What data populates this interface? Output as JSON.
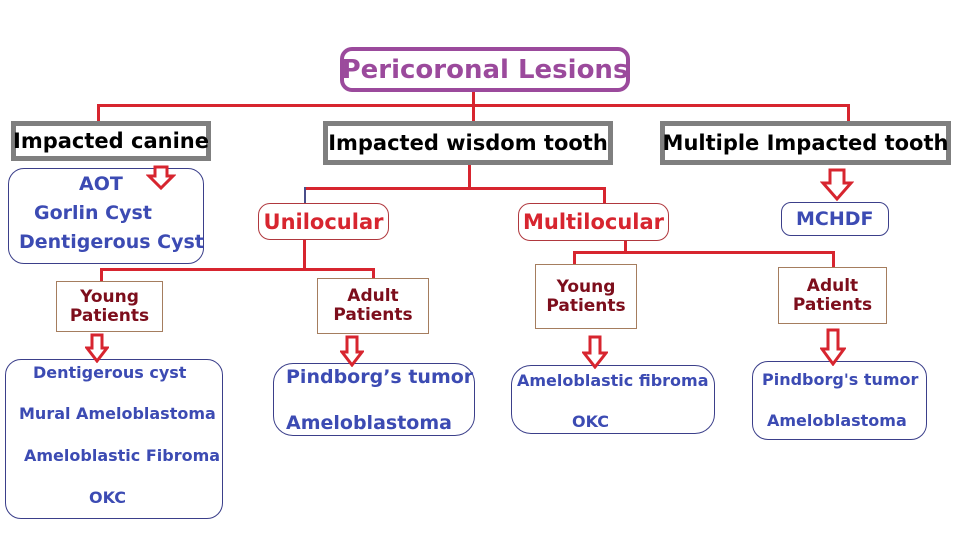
{
  "diagram": {
    "title": "Pericoronal Lesions",
    "categories": [
      {
        "label": "Impacted canine",
        "lesions": [
          "AOT",
          "Gorlin Cyst",
          "Dentigerous Cyst"
        ]
      },
      {
        "label": "Impacted wisdom tooth",
        "types": [
          {
            "label": "Unilocular",
            "groups": [
              {
                "label_line1": "Young",
                "label_line2": "Patients",
                "lesions": [
                  "Dentigerous cyst",
                  "Mural Ameloblastoma",
                  "Ameloblastic Fibroma",
                  "OKC"
                ]
              },
              {
                "label_line1": "Adult",
                "label_line2": "Patients",
                "lesions": [
                  "Pindborg’s tumor",
                  "Ameloblastoma"
                ]
              }
            ]
          },
          {
            "label": "Multilocular",
            "groups": [
              {
                "label_line1": "Young",
                "label_line2": "Patients",
                "lesions": [
                  "Ameloblastic fibroma",
                  "OKC"
                ]
              },
              {
                "label_line1": "Adult",
                "label_line2": "Patients",
                "lesions": [
                  "Pindborg's tumor",
                  "Ameloblastoma"
                ]
              }
            ]
          }
        ]
      },
      {
        "label": "Multiple Impacted tooth",
        "lesions": [
          "MCHDF"
        ]
      }
    ],
    "colors": {
      "title": "#9b4a9c",
      "connector": "#d7252f",
      "category_border": "#7f7f7f",
      "lesion_text": "#3c4bb3",
      "patient_text": "#7d0e1c"
    }
  }
}
